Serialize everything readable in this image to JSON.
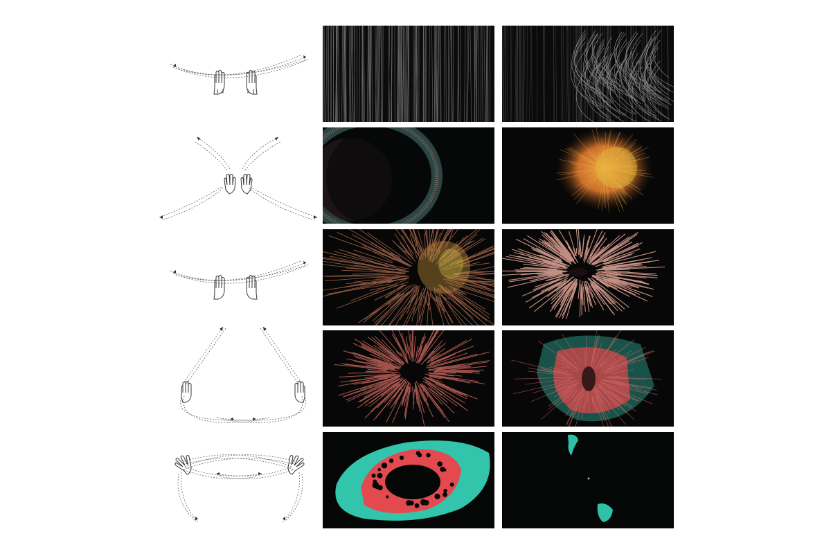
{
  "figure": {
    "rows": [
      {
        "gesture": "hands-sweep-outward",
        "panels": [
          "vertical-grey-strands",
          "grey-swirl-strands"
        ]
      },
      {
        "gesture": "hands-diagonal-spread",
        "panels": [
          "cyan-pink-ring",
          "orange-yellow-fibre-cluster"
        ]
      },
      {
        "gesture": "hands-sweep-outward",
        "panels": [
          "radial-orange-fibres",
          "pink-radial-disc"
        ]
      },
      {
        "gesture": "hands-raise-triangle",
        "panels": [
          "red-fibre-burst",
          "teal-red-burst"
        ]
      },
      {
        "gesture": "hands-cross-over",
        "panels": [
          "teal-red-blob-ring",
          "scattered-teal-fragments"
        ]
      }
    ],
    "colors": {
      "panel_background": "#050708",
      "grey_strand": "#bfbfbf",
      "cyan": "#34c7b0",
      "pink": "#e07a80",
      "orange": "#e0782f",
      "yellow": "#d9c23c",
      "red": "#e24a4c",
      "teal": "#2fc1a8",
      "sketch_line": "#555555"
    }
  }
}
